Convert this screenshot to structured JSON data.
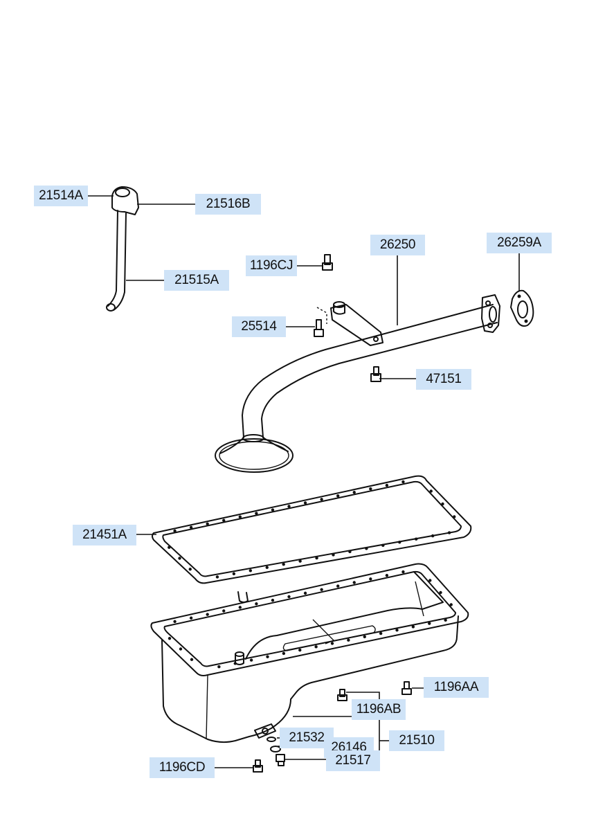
{
  "labels": {
    "l21514A": "21514A",
    "l21516B": "21516B",
    "l21515A": "21515A",
    "l1196CJ": "1196CJ",
    "l25514": "25514",
    "l26250": "26250",
    "l26259A": "26259A",
    "l47151": "47151",
    "l21451A": "21451A",
    "l1196AA": "1196AA",
    "l1196AB": "1196AB",
    "l21532": "21532",
    "l26146": "26146",
    "l21510": "21510",
    "l21517": "21517",
    "l1196CD": "1196CD"
  }
}
